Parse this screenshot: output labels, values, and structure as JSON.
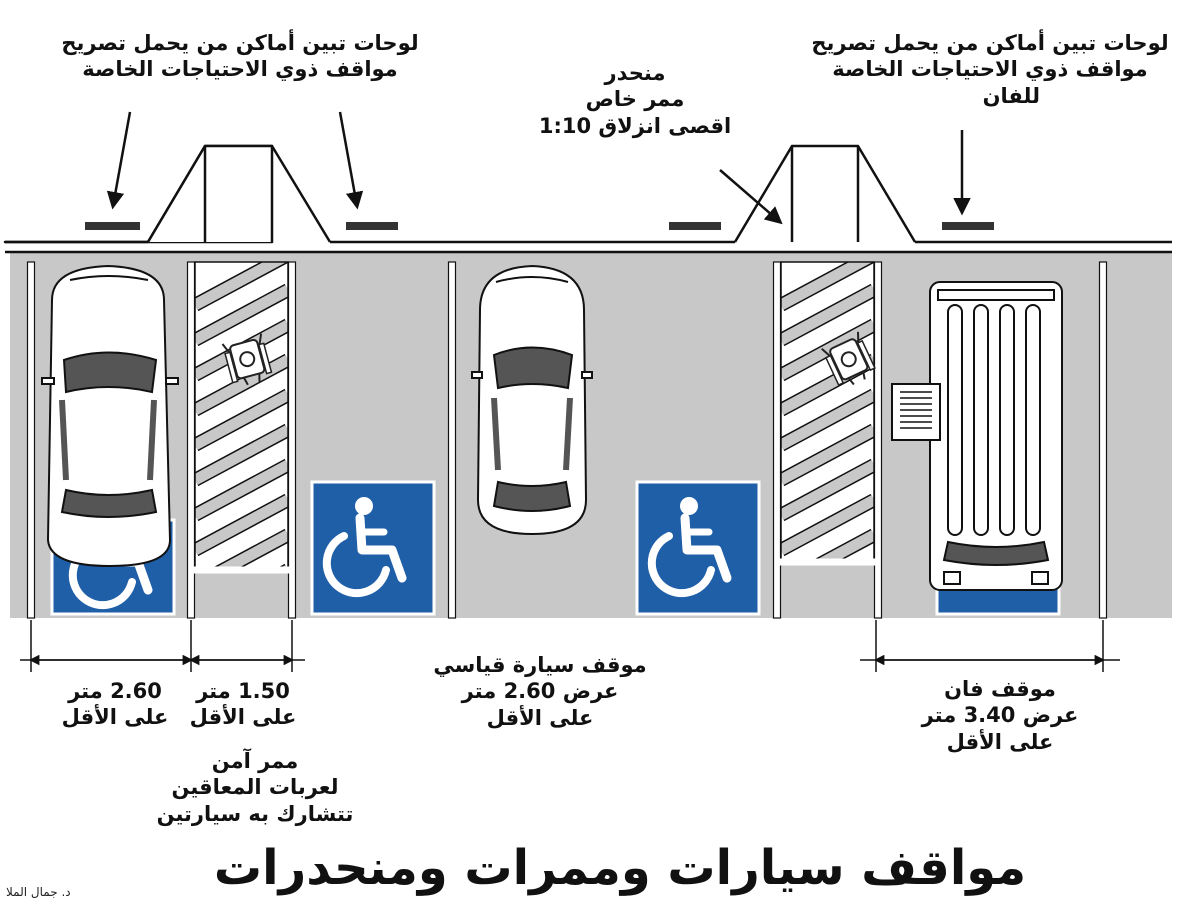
{
  "labels": {
    "signs_left": [
      "لوحات تبين أماكن من يحمل تصريح",
      "مواقف ذوي الاحتياجات الخاصة"
    ],
    "ramp": [
      "منحدر",
      "ممر خاص",
      "اقصى انزلاق 1:10"
    ],
    "signs_right": [
      "لوحات تبين أماكن من يحمل تصريح",
      "مواقف ذوي الاحتياجات الخاصة",
      "للفان"
    ],
    "dim_left": [
      "2.60 متر",
      "على الأقل"
    ],
    "dim_aisle": [
      "1.50 متر",
      "على الأقل"
    ],
    "aisle_note": [
      "ممر آمن",
      "لعربات المعاقين",
      "تتشارك به سيارتين"
    ],
    "standard_spot": [
      "موقف سيارة قياسي",
      "عرض 2.60 متر",
      "على الأقل"
    ],
    "van_spot": [
      "موقف فان",
      "عرض 3.40 متر",
      "على الأقل"
    ]
  },
  "title": "مواقف سيارات وممرات ومنحدرات",
  "credit": "د. جمال الملا",
  "colors": {
    "asphalt": "#c8c8c8",
    "accessible_blue": "#1f5fa8",
    "line": "#ffffff",
    "outline": "#111111"
  },
  "icons": [
    "wheelchair-symbol-icon",
    "wheelchair-user-icon",
    "car-icon",
    "van-icon",
    "arrow-icon"
  ]
}
